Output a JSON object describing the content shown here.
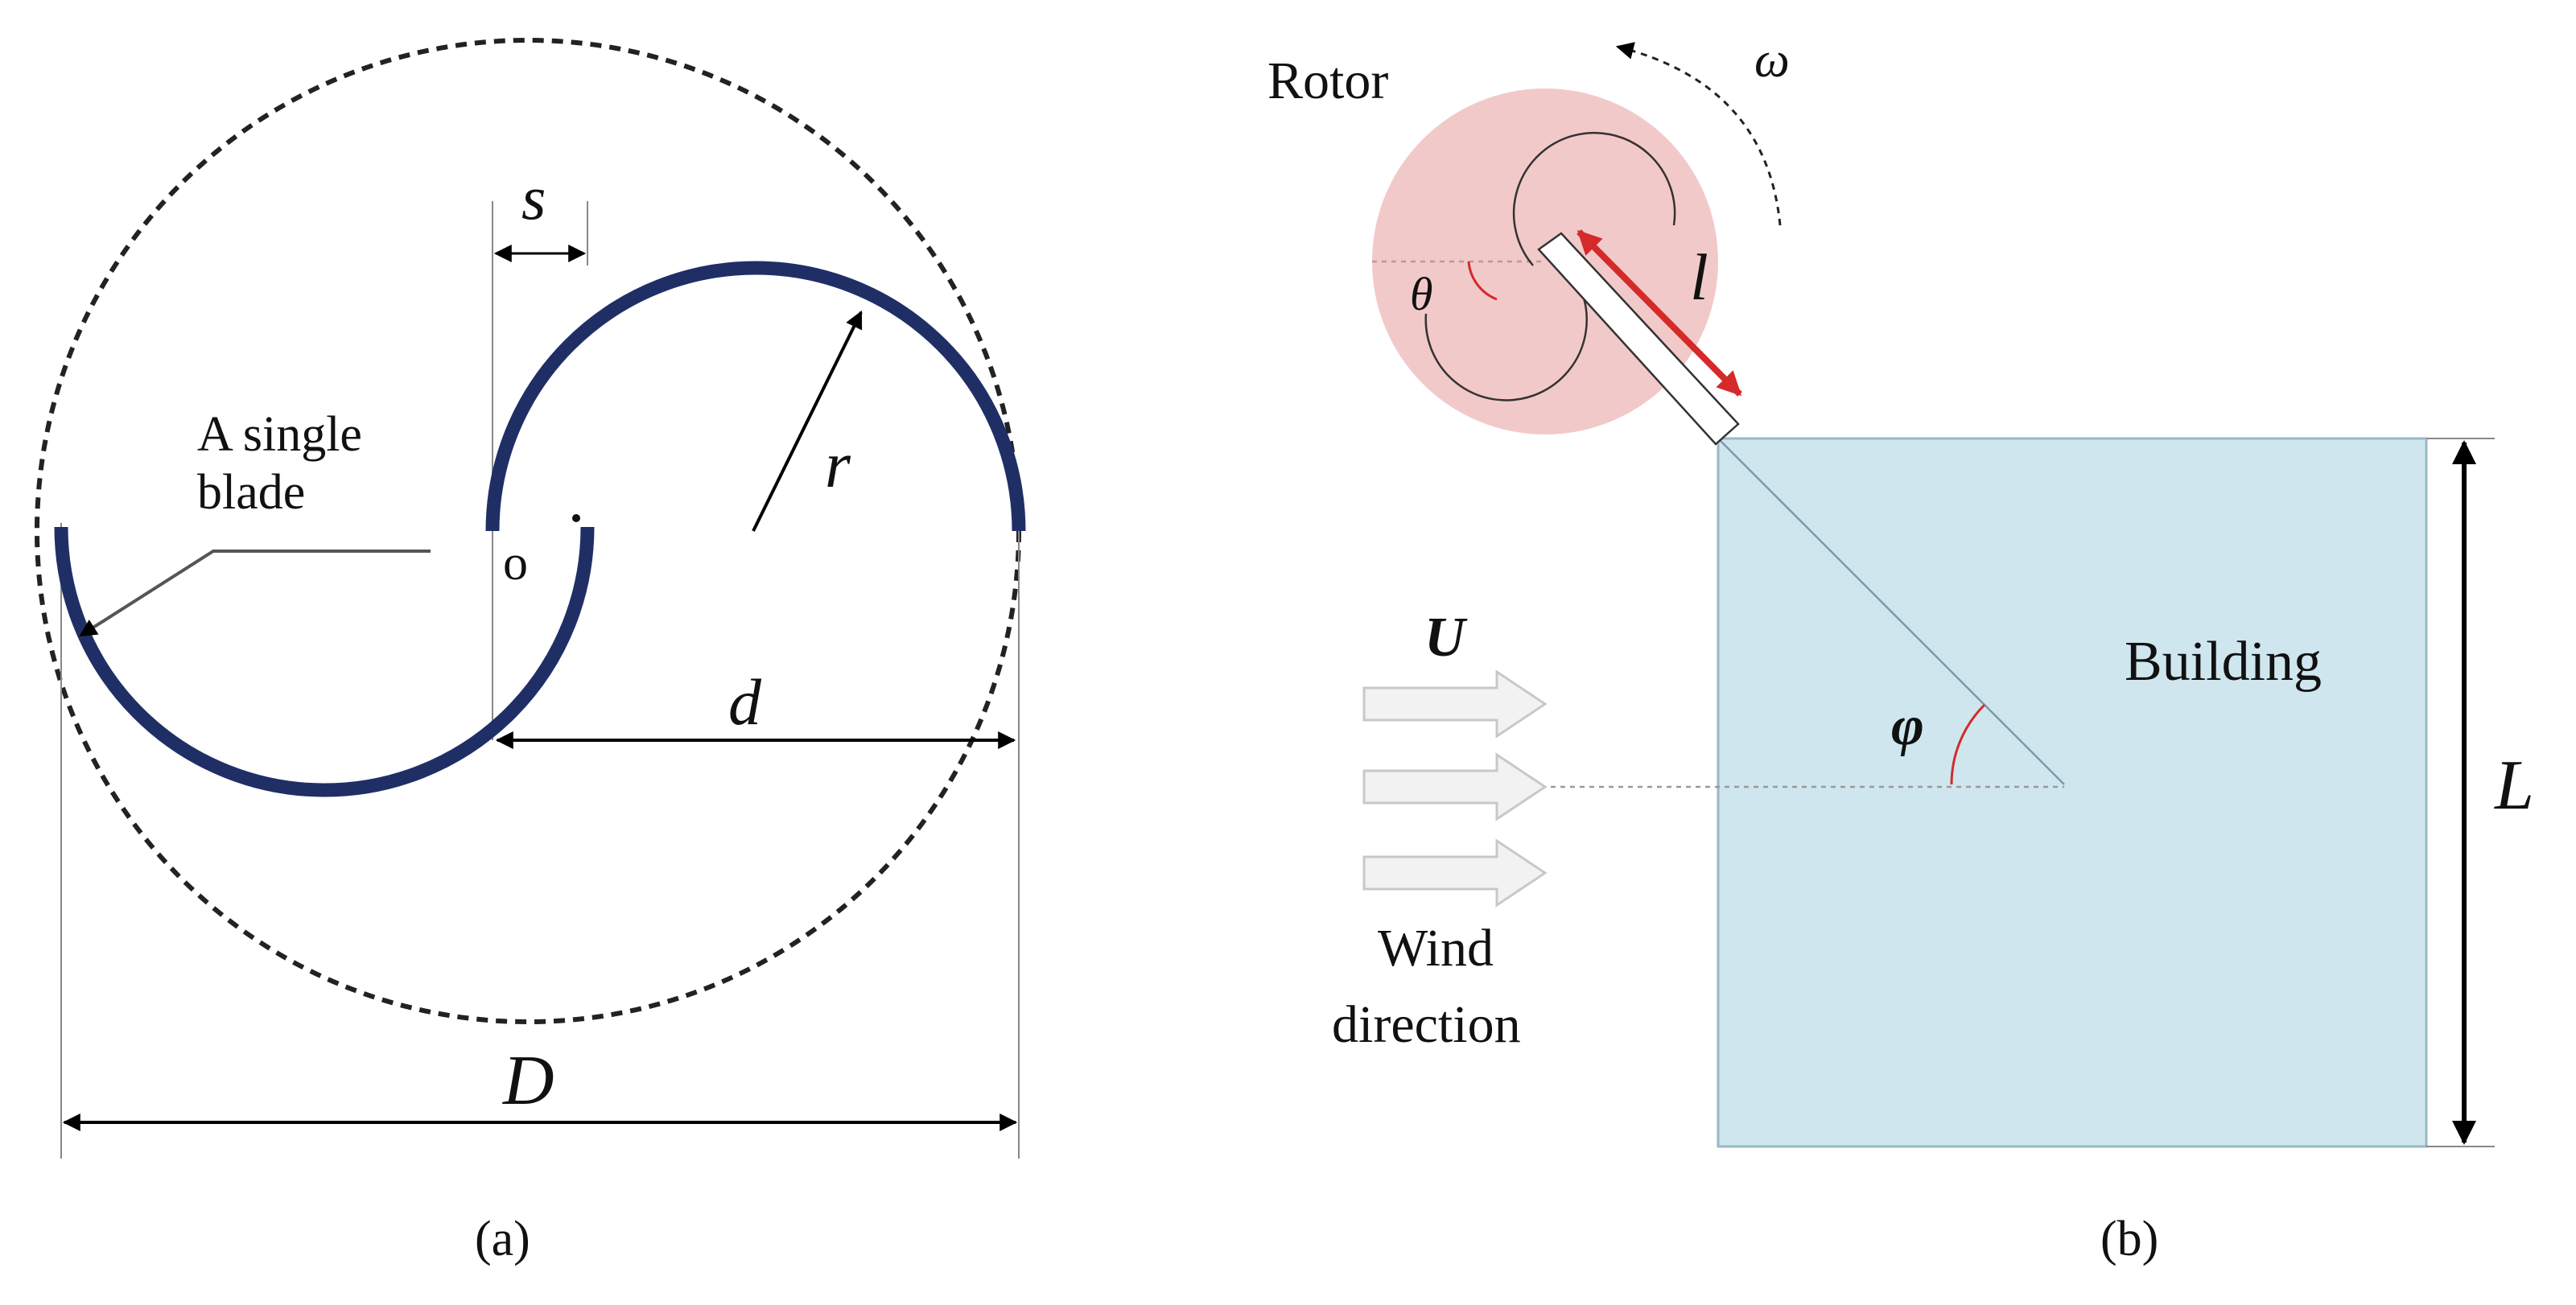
{
  "panel_a": {
    "spacing_symbol": "s",
    "radius_symbol": "r",
    "blade_label_line1": "A single",
    "blade_label_line2": "blade",
    "center_label": "o",
    "overlap_symbol": "d",
    "diameter_symbol": "D",
    "caption": "(a)"
  },
  "panel_b": {
    "rotor_label": "Rotor",
    "omega_symbol": "ω",
    "theta_symbol": "θ",
    "length_symbol": "l",
    "velocity_symbol": "U",
    "wind_line1": "Wind",
    "wind_line2": "direction",
    "building_label": "Building",
    "phi_symbol": "φ",
    "building_length_symbol": "L",
    "caption": "(b)"
  },
  "colors": {
    "blade": "#1f2f66",
    "rotor_fill": "#f2c9c9",
    "building_fill": "#cfe6ee",
    "highlight_arrow": "#d42a2a"
  }
}
